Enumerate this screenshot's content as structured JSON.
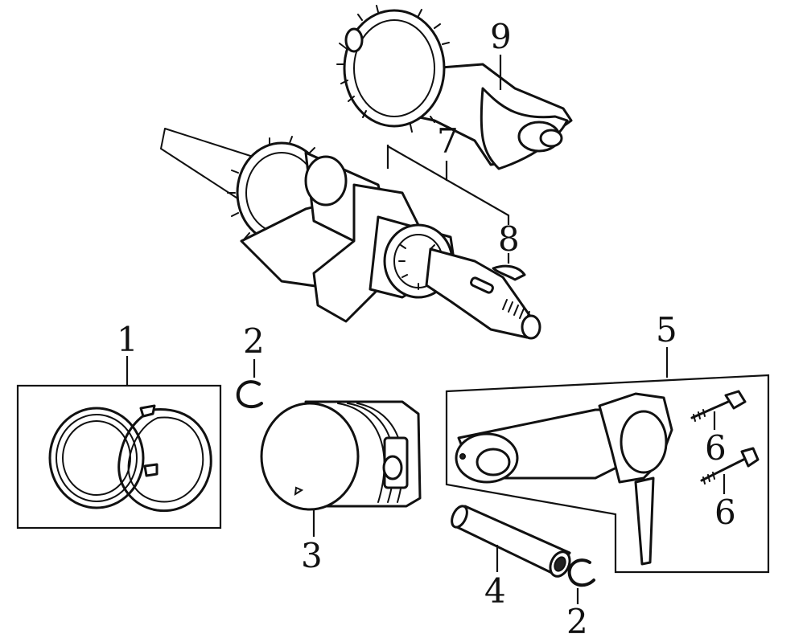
{
  "callouts": {
    "rings": "1",
    "clip_upper": "2",
    "piston": "3",
    "pin": "4",
    "conrod": "5",
    "bolt_upper": "6",
    "bolt_lower": "6",
    "crankshaft": "7",
    "key": "8",
    "camshaft": "9",
    "clip_lower": "2"
  }
}
